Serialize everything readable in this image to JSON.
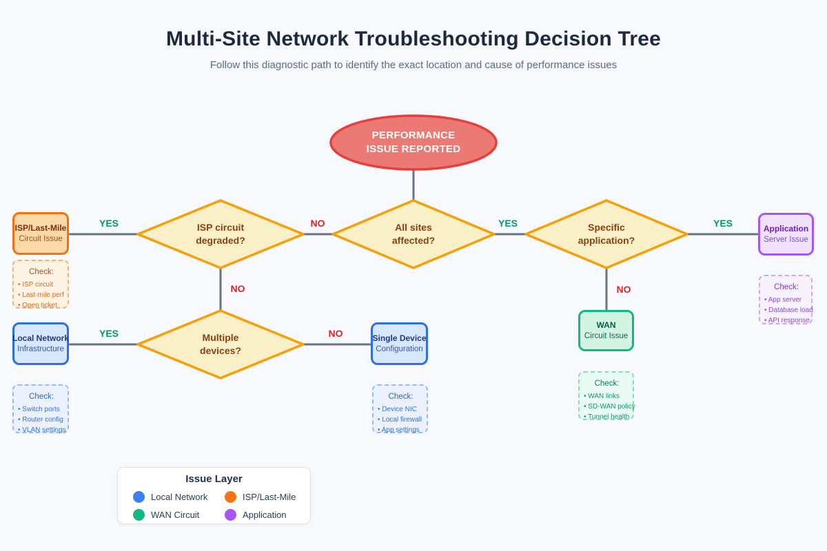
{
  "header": {
    "title": "Multi-Site Network Troubleshooting Decision Tree",
    "subtitle": "Follow this diagnostic path to identify the exact location and cause of performance issues"
  },
  "start": {
    "line1": "PERFORMANCE",
    "line2": "ISSUE REPORTED"
  },
  "decisions": {
    "isp": {
      "line1": "ISP circuit",
      "line2": "degraded?"
    },
    "sites": {
      "line1": "All sites",
      "line2": "affected?"
    },
    "app": {
      "line1": "Specific",
      "line2": "application?"
    },
    "devices": {
      "line1": "Multiple",
      "line2": "devices?"
    }
  },
  "terminals": {
    "isp": {
      "title": "ISP/Last-Mile",
      "subtitle": "Circuit Issue"
    },
    "local": {
      "title": "Local Network",
      "subtitle": "Infrastructure"
    },
    "single": {
      "title": "Single Device",
      "subtitle": "Configuration"
    },
    "wan": {
      "title": "WAN",
      "subtitle": "Circuit Issue"
    },
    "app": {
      "title": "Application",
      "subtitle": "Server Issue"
    }
  },
  "edge_labels": {
    "isp_yes": "YES",
    "sites_no": "NO",
    "sites_yes": "YES",
    "app_yes": "YES",
    "isp_no": "NO",
    "app_no": "NO",
    "devices_yes": "YES",
    "devices_no": "NO"
  },
  "checks": {
    "isp": {
      "header": "Check:",
      "items": [
        "• ISP circuit",
        "• Last-mile perf",
        "• Open ticket"
      ]
    },
    "local": {
      "header": "Check:",
      "items": [
        "• Switch ports",
        "• Router config",
        "• VLAN settings"
      ]
    },
    "single": {
      "header": "Check:",
      "items": [
        "• Device NIC",
        "• Local firewall",
        "• App settings"
      ]
    },
    "wan": {
      "header": "Check:",
      "items": [
        "• WAN links",
        "• SD-WAN policy",
        "• Tunnel health"
      ]
    },
    "app": {
      "header": "Check:",
      "items": [
        "• App server",
        "• Database load",
        "• API response"
      ]
    }
  },
  "legend": {
    "title": "Issue Layer",
    "items": [
      {
        "label": "Local Network",
        "color": "#3b82f6"
      },
      {
        "label": "ISP/Last-Mile",
        "color": "#f97316"
      },
      {
        "label": "WAN Circuit",
        "color": "#10b981"
      },
      {
        "label": "Application",
        "color": "#a855f7"
      }
    ]
  },
  "colors": {
    "background": "#f7f9fc",
    "connector": "#64748b",
    "diamond_fill": "#faf0c8",
    "diamond_stroke": "#f5a00b",
    "start_fill": "#ec7a74",
    "start_stroke": "#e5403c",
    "yes_label": "#059669",
    "no_label": "#dc2626"
  }
}
